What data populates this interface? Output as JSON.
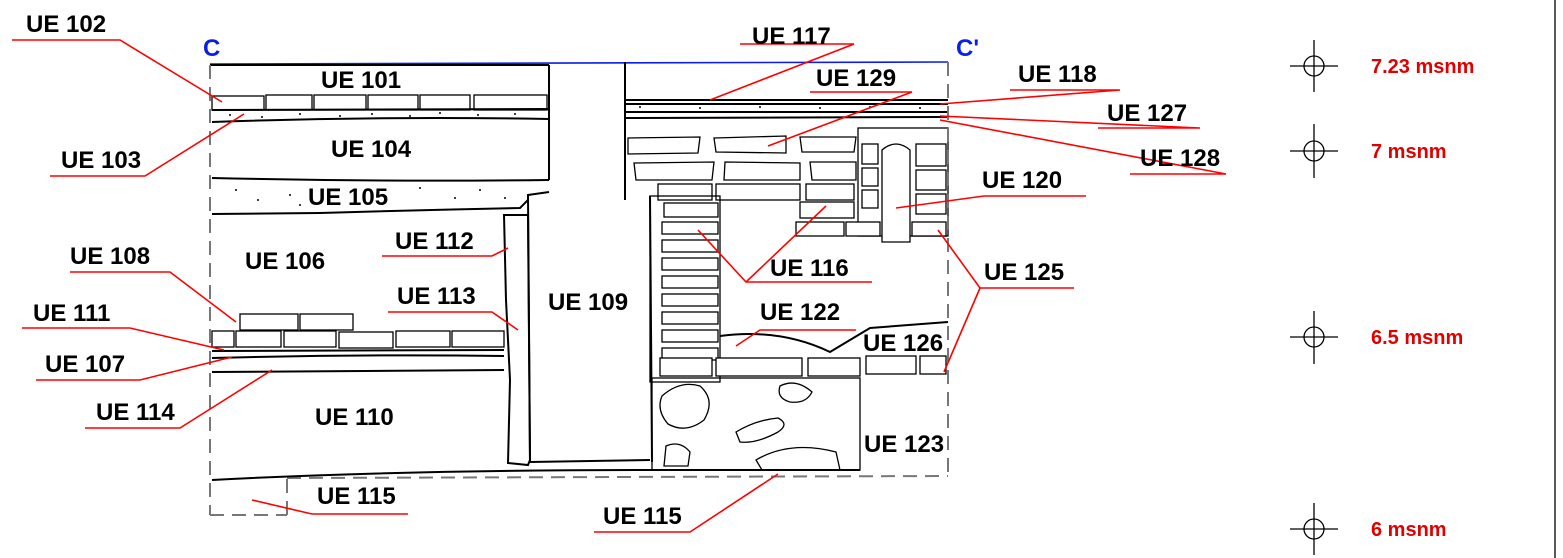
{
  "section": {
    "start_label": "C",
    "end_label": "C'",
    "line_color": "#0a1ee6",
    "leader_color": "#ff0000"
  },
  "units": [
    {
      "id": "ue102",
      "label": "UE 102"
    },
    {
      "id": "ue101",
      "label": "UE 101"
    },
    {
      "id": "ue103",
      "label": "UE 103"
    },
    {
      "id": "ue104",
      "label": "UE 104"
    },
    {
      "id": "ue105",
      "label": "UE 105"
    },
    {
      "id": "ue106",
      "label": "UE 106"
    },
    {
      "id": "ue108",
      "label": "UE 108"
    },
    {
      "id": "ue112",
      "label": "UE 112"
    },
    {
      "id": "ue113",
      "label": "UE 113"
    },
    {
      "id": "ue111",
      "label": "UE 111"
    },
    {
      "id": "ue107",
      "label": "UE 107"
    },
    {
      "id": "ue114",
      "label": "UE 114"
    },
    {
      "id": "ue110",
      "label": "UE 110"
    },
    {
      "id": "ue115a",
      "label": "UE 115"
    },
    {
      "id": "ue109",
      "label": "UE 109"
    },
    {
      "id": "ue117",
      "label": "UE 117"
    },
    {
      "id": "ue129",
      "label": "UE 129"
    },
    {
      "id": "ue118",
      "label": "UE 118"
    },
    {
      "id": "ue127",
      "label": "UE 127"
    },
    {
      "id": "ue128",
      "label": "UE 128"
    },
    {
      "id": "ue120",
      "label": "UE 120"
    },
    {
      "id": "ue116",
      "label": "UE 116"
    },
    {
      "id": "ue125",
      "label": "UE 125"
    },
    {
      "id": "ue122",
      "label": "UE 122"
    },
    {
      "id": "ue126",
      "label": "UE 126"
    },
    {
      "id": "ue123",
      "label": "UE 123"
    },
    {
      "id": "ue115b",
      "label": "UE 115"
    }
  ],
  "elevations": [
    {
      "label": "7.23 msnm",
      "color": "#e00000"
    },
    {
      "label": "7 msnm",
      "color": "#e00000"
    },
    {
      "label": "6.5 msnm",
      "color": "#e00000"
    },
    {
      "label": "6 msnm",
      "color": "#e00000"
    }
  ]
}
